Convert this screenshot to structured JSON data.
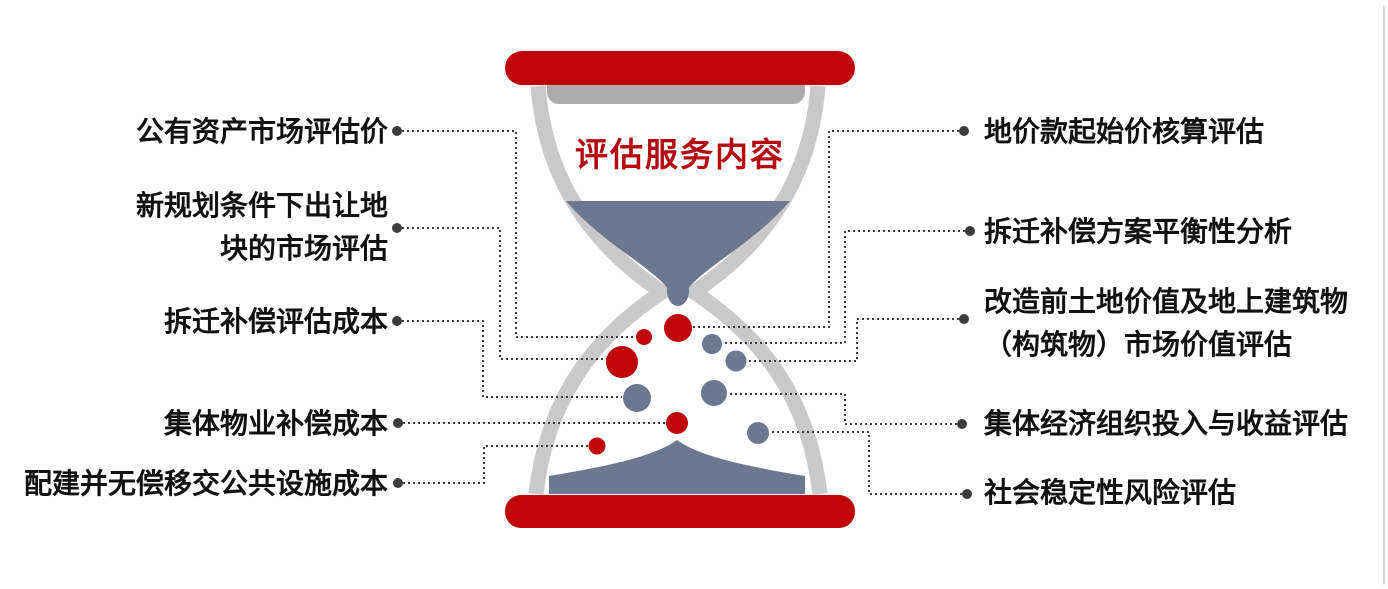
{
  "title": "评估服务内容",
  "left_labels": [
    {
      "lines": [
        "公有资产市场评估价"
      ]
    },
    {
      "lines": [
        "新规划条件下出让地",
        "块的市场评估"
      ]
    },
    {
      "lines": [
        "拆迁补偿评估成本"
      ]
    },
    {
      "lines": [
        "集体物业补偿成本"
      ]
    },
    {
      "lines": [
        "配建并无偿移交公共设施成本"
      ]
    }
  ],
  "right_labels": [
    {
      "lines": [
        "地价款起始价核算评估"
      ]
    },
    {
      "lines": [
        "拆迁补偿方案平衡性分析"
      ]
    },
    {
      "lines": [
        "改造前土地价值及地上建筑物",
        "（构筑物）市场价值评估"
      ]
    },
    {
      "lines": [
        "集体经济组织投入与收益评估"
      ]
    },
    {
      "lines": [
        "社会稳定性风险评估"
      ]
    }
  ],
  "colors": {
    "red": "#c00508",
    "title_red": "#b50b10",
    "slate": "#6b7890",
    "glass": "#c9c9c9",
    "rim": "#ababab",
    "connector": "#3c3c3c",
    "text": "#111111",
    "edge_line": "#d9d9d9"
  },
  "icons": {
    "center_graphic": "hourglass-icon"
  }
}
